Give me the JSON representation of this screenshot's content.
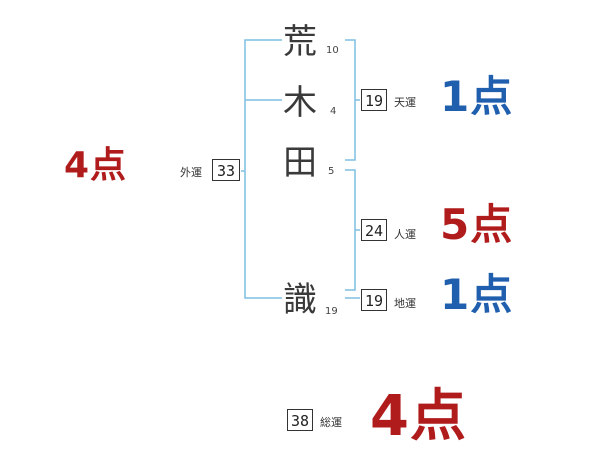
{
  "colors": {
    "bracket": "#7fbfe0",
    "good": "#1f5fae",
    "bad": "#b01c1c"
  },
  "surname": [
    {
      "char": "荒",
      "strokes": "10"
    },
    {
      "char": "木",
      "strokes": "4"
    },
    {
      "char": "田",
      "strokes": "5"
    }
  ],
  "given": [
    {
      "char": "識",
      "strokes": "19"
    }
  ],
  "fortunes": {
    "gaiun": {
      "label": "外運",
      "value": "33",
      "score": "4点",
      "color": "bad"
    },
    "tenun": {
      "label": "天運",
      "value": "19",
      "score": "1点",
      "color": "good"
    },
    "jinun": {
      "label": "人運",
      "value": "24",
      "score": "5点",
      "color": "bad"
    },
    "chiun": {
      "label": "地運",
      "value": "19",
      "score": "1点",
      "color": "good"
    },
    "souun": {
      "label": "総運",
      "value": "38",
      "score": "4点",
      "color": "bad"
    }
  }
}
